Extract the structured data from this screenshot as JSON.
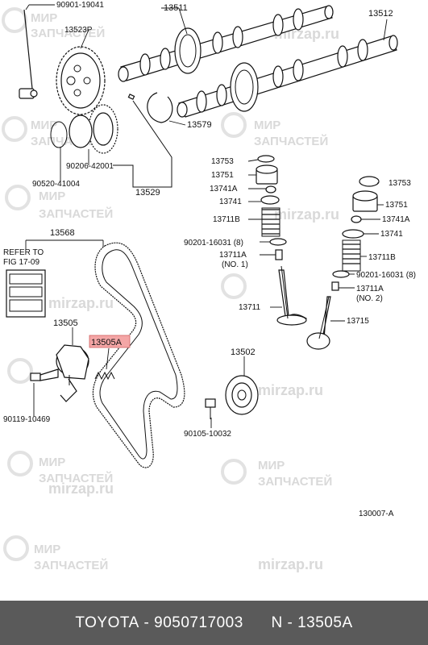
{
  "watermark": {
    "line1": "МИР",
    "line2": "ЗАПЧАСТЕЙ",
    "site": "mirzap.ru"
  },
  "labels": {
    "p90901": "90901-19041",
    "p13511": "13511",
    "p13512": "13512",
    "p13523P": "13523P",
    "p13579": "13579",
    "p90206": "90206-42001",
    "p90520": "90520-41004",
    "p13529": "13529",
    "p13753a": "13753",
    "p13751a": "13751",
    "p13741Aa": "13741A",
    "p13741a": "13741",
    "p13711Ba": "13711B",
    "p90201a": "90201-16031 (8)",
    "p13711Aa": "13711A",
    "p13711Aa_sub": "(NO. 1)",
    "p13711": "13711",
    "p13753b": "13753",
    "p13751b": "13751",
    "p13741Ab": "13741A",
    "p13741b": "13741",
    "p13711Bb": "13711B",
    "p90201b": "90201-16031 (8)",
    "p13711Ab": "13711A",
    "p13711Ab_sub": "(NO. 2)",
    "p13715": "13715",
    "p13568": "13568",
    "refer1": "REFER TO",
    "refer2": "FIG 17-09",
    "p13505": "13505",
    "p13505A": "13505A",
    "p90119": "90119-10469",
    "p13502": "13502",
    "p90105": "90105-10032",
    "figcode": "130007-A"
  },
  "highlight_color": "#f4a6a6",
  "footer": {
    "brand": "TOYOTA",
    "sep": " - ",
    "part_number": "9050717003",
    "gap": "      ",
    "n_label": "N - 13505A"
  }
}
